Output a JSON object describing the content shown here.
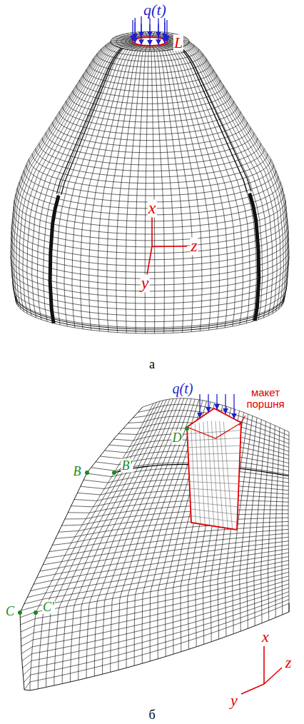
{
  "diagram": {
    "labels": [
      "q(t)",
      "L",
      "x",
      "z",
      "y",
      "а",
      "q(t)",
      "макет поршня",
      "D",
      "B",
      "B'",
      "C",
      "C'",
      "x",
      "z",
      "y",
      "б"
    ]
  }
}
